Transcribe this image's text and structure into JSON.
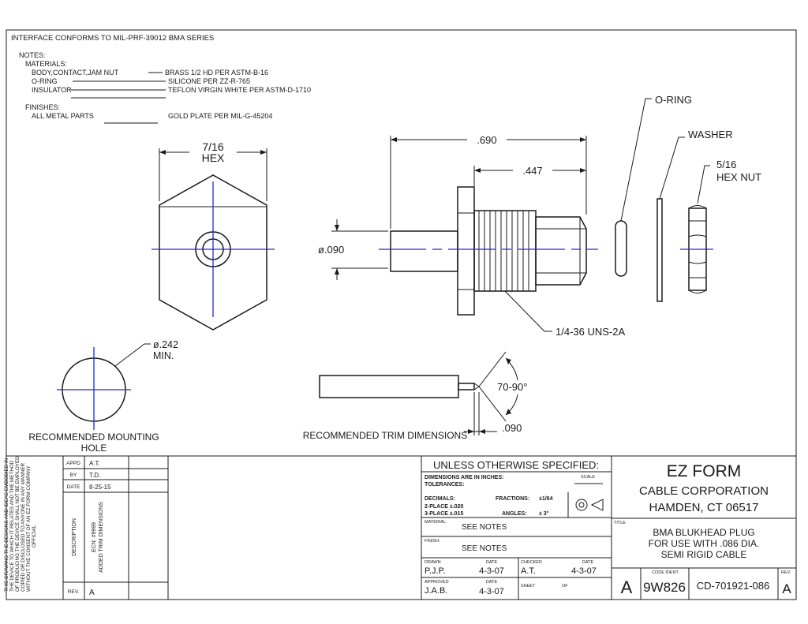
{
  "header": {
    "interface": "INTERFACE CONFORMS TO MIL-PRF-39012 BMA SERIES",
    "notes_title": "NOTES:",
    "materials_title": "MATERIALS:",
    "mat_body": "BODY,CONTACT,JAM NUT",
    "mat_body_spec": "BRASS 1/2 HD PER ASTM-B-16",
    "mat_oring": "O-RING",
    "mat_oring_spec": "SILICONE PER ZZ-R-765",
    "mat_insulator": "INSULATOR",
    "mat_insulator_spec": "TEFLON VIRGIN WHITE PER ASTM-D-1710",
    "finishes_title": "FINISHES:",
    "finish_parts": "ALL METAL PARTS",
    "finish_spec": "GOLD PLATE PER MIL-G-45204"
  },
  "drawing": {
    "hex_label_1": "7/16",
    "hex_label_2": "HEX",
    "dim_690": ".690",
    "dim_447": ".447",
    "dim_dia090": "ø.090",
    "thread": "1/4-36 UNS-2A",
    "oring": "O-RING",
    "washer": "WASHER",
    "hexnut_1": "5/16",
    "hexnut_2": "HEX NUT",
    "hole_dia": "ø.242",
    "hole_min": "MIN.",
    "mount_1": "RECOMMENDED MOUNTING",
    "mount_2": "HOLE",
    "angle": "70-90°",
    "trim_090": ".090",
    "trim_title": "RECOMMENDED TRIM DIMENSIONS"
  },
  "title_block": {
    "disclaimer": [
      "THIS DRAWING THE DESIGNS AND IDEAS EMBODIED IN",
      "THE DEVICE TO WHICH IT RELATES AND THE METHOD",
      "OF PRODUCING THE DEVICE SHALL NOT BE EMPLOYED",
      "COPIED OR DISCLOSED TO ANYONE IN ANY MANNER",
      "WITHOUT THE CONSENT OF AN EZ FORM COMPANY",
      "OFFICIAL"
    ],
    "appd_label": "APPD",
    "appd": "A.T.",
    "by_label": "BY",
    "by": "T.D.",
    "date_label": "DATE",
    "date": "8-25-15",
    "desc_label": "DESCRIPTION",
    "desc_1": "ECN: #9999",
    "desc_2": "ADDED TRIM DIMENSIONS",
    "rev_label": "REV.",
    "rev": "A",
    "unless": "UNLESS OTHERWISE SPECIFIED:",
    "dims_in": "DIMENSIONS ARE IN INCHES:",
    "tolerances": "TOLERANCES:",
    "scale": "SCALE",
    "decimals": "DECIMALS:",
    "two_place": "2-PLACE ±.020",
    "three_place": "3-PLACE ±.015",
    "fractions": "FRACTIONS:",
    "fractions_val": "±1/64",
    "angles": "ANGLES:",
    "angles_val": "± 3°",
    "material_label": "MATERIAL:",
    "material": "SEE NOTES",
    "finish_label": "FINISH:",
    "finish": "SEE NOTES",
    "drawn_label": "DRAWN",
    "drawn": "P.J.P.",
    "drawn_date_label": "DATE",
    "drawn_date": "4-3-07",
    "checked_label": "CHECKED",
    "checked": "A.T.",
    "checked_date_label": "DATE",
    "checked_date": "4-3-07",
    "approved_label": "APPROVED",
    "approved": "J.A.B.",
    "approved_date_label": "DATE",
    "approved_date": "4-3-07",
    "sheet_label": "SHEET",
    "of_label": "OF",
    "company_1": "EZ FORM",
    "company_2": "CABLE CORPORATION",
    "company_3": "HAMDEN, CT 06517",
    "title_label": "TITLE",
    "title_1": "BMA BLUKHEAD PLUG",
    "title_2": "FOR USE WITH .086 DIA.",
    "title_3": "SEMI RIGID CABLE",
    "size": "A",
    "code_ident_label": "CODE IDENT.",
    "code_ident": "9W826",
    "dwg_no": "CD-701921-086",
    "rev2_label": "REV.",
    "rev2": "A"
  }
}
